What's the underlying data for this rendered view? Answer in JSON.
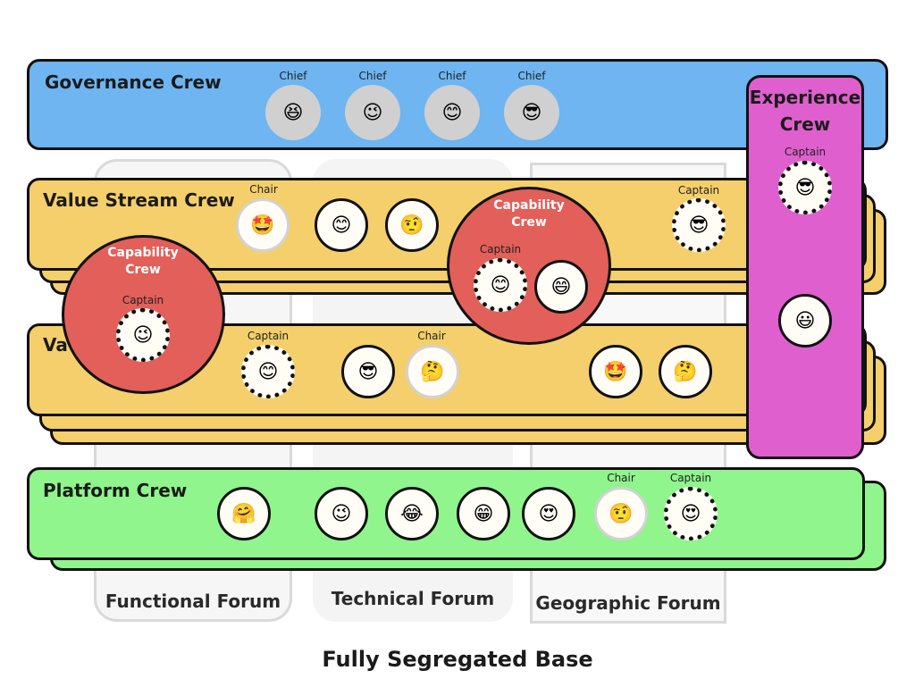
{
  "title": "Fully Segregated Base",
  "forums": {
    "functional": "Functional Forum",
    "technical": "Technical Forum",
    "geographic": "Geographic Forum"
  },
  "roles": {
    "chief": "Chief",
    "chair": "Chair",
    "captain": "Captain"
  },
  "crews": {
    "governance": {
      "name": "Governance Crew",
      "members": [
        "😆",
        "😉",
        "😊",
        "😎"
      ]
    },
    "value_stream": {
      "name": "Value Stream Crew",
      "members": [
        "🤩",
        "😊",
        "🤨",
        "😎"
      ]
    },
    "value_stream_2": {
      "name": "Va",
      "members": [
        "😊",
        "😎",
        "🤔",
        "🤩",
        "🤔"
      ]
    },
    "platform": {
      "name": "Platform Crew",
      "members": [
        "🤗",
        "😉",
        "😂",
        "😁",
        "😍",
        "🤨",
        "😍"
      ]
    },
    "experience": {
      "name_line1": "Experience",
      "name_line2": "Crew",
      "members": [
        "😎",
        "😃"
      ]
    }
  },
  "capability_crews": [
    {
      "name_line1": "Capability",
      "name_line2": "Crew",
      "members": [
        "😉"
      ]
    },
    {
      "name_line1": "Capability",
      "name_line2": "Crew",
      "members": [
        "😊",
        "😄"
      ]
    }
  ],
  "colors": {
    "governance": "#6eb5f2",
    "value_stream": "#f4cf6b",
    "platform": "#8ff58c",
    "experience": "#e05fce",
    "capability": "#e25f5a"
  }
}
